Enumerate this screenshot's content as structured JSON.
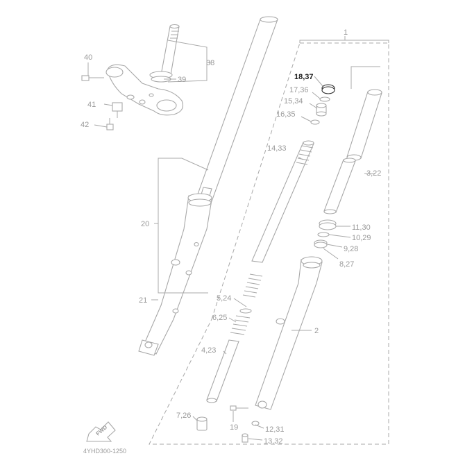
{
  "labels": {
    "l1": "1",
    "l2": "2",
    "l322": "3,22",
    "l423": "4,23",
    "l524": "5,24",
    "l625": "6,25",
    "l726": "7,26",
    "l827": "8,27",
    "l928": "9,28",
    "l1029": "10,29",
    "l1130": "11,30",
    "l1231": "12,31",
    "l1332": "13,32",
    "l1433": "14,33",
    "l1534": "15,34",
    "l1635": "16,35",
    "l1736": "17,36",
    "l1837": "18,37",
    "l19": "19",
    "l20": "20",
    "l21": "21",
    "l38": "38",
    "l39": "39",
    "l40": "40",
    "l41": "41",
    "l42": "42"
  },
  "diagram_code": "4YHD300-1250",
  "fwd_label": "FWD",
  "colors": {
    "part_stroke": "#a8a8a8",
    "highlight": "#1a1a1a",
    "label": "#9a9a9a"
  }
}
